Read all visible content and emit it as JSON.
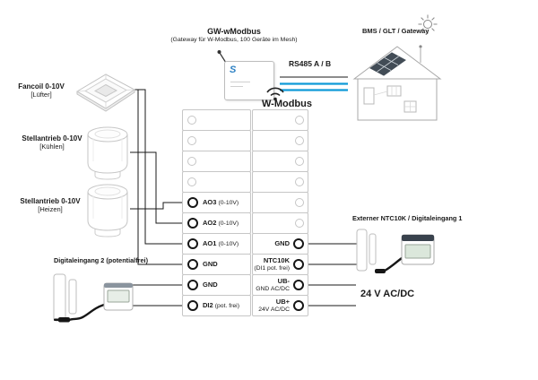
{
  "header": {
    "title": "GW-wModbus",
    "subtitle": "(Gateway für W-Modbus, 100 Geräte im Mesh)"
  },
  "labels": {
    "bms": "BMS / GLT / Gateway",
    "rs485": "RS485 A / B",
    "wmodbus": "W-Modbus",
    "power": "24 V AC/DC",
    "external_sensor": "Externer NTC10K / Digitaleingang 1",
    "digital_input2": "Digitaleingang 2 (potentialfrei)"
  },
  "gateway": {
    "logo": "S"
  },
  "devices": {
    "fancoil": {
      "name": "Fancoil 0-10V",
      "type": "[Lüfter]"
    },
    "actuator_cool": {
      "name": "Stellantrieb 0-10V",
      "type": "[Kühlen]"
    },
    "actuator_heat": {
      "name": "Stellantrieb 0-10V",
      "type": "[Heizen]"
    }
  },
  "terminals": {
    "left": [
      {
        "label": "",
        "sub": ""
      },
      {
        "label": "",
        "sub": ""
      },
      {
        "label": "",
        "sub": ""
      },
      {
        "label": "",
        "sub": ""
      },
      {
        "label": "AO3",
        "sub": "(0-10V)"
      },
      {
        "label": "AO2",
        "sub": "(0-10V)"
      },
      {
        "label": "AO1",
        "sub": "(0-10V)"
      },
      {
        "label": "GND",
        "sub": ""
      },
      {
        "label": "GND",
        "sub": ""
      },
      {
        "label": "DI2",
        "sub": "(pot. frei)"
      }
    ],
    "right": [
      {
        "label": "",
        "sub": ""
      },
      {
        "label": "",
        "sub": ""
      },
      {
        "label": "",
        "sub": ""
      },
      {
        "label": "",
        "sub": ""
      },
      {
        "label": "",
        "sub": ""
      },
      {
        "label": "",
        "sub": ""
      },
      {
        "label": "GND",
        "sub": ""
      },
      {
        "label": "NTC10K",
        "sub": "(DI1 pot. frei)"
      },
      {
        "label": "UB-",
        "sub": "GND AC/DC"
      },
      {
        "label": "UB+",
        "sub": "24V AC/DC"
      }
    ]
  },
  "colors": {
    "rs485_line": "#0f9ad8",
    "wire": "#1a1a1a",
    "logo_blue": "#2b7fc3"
  },
  "icons": {
    "wifi_large": "wifi-icon",
    "wifi_small": "wifi-icon",
    "sun": "sun-icon",
    "antenna": "antenna-icon"
  }
}
